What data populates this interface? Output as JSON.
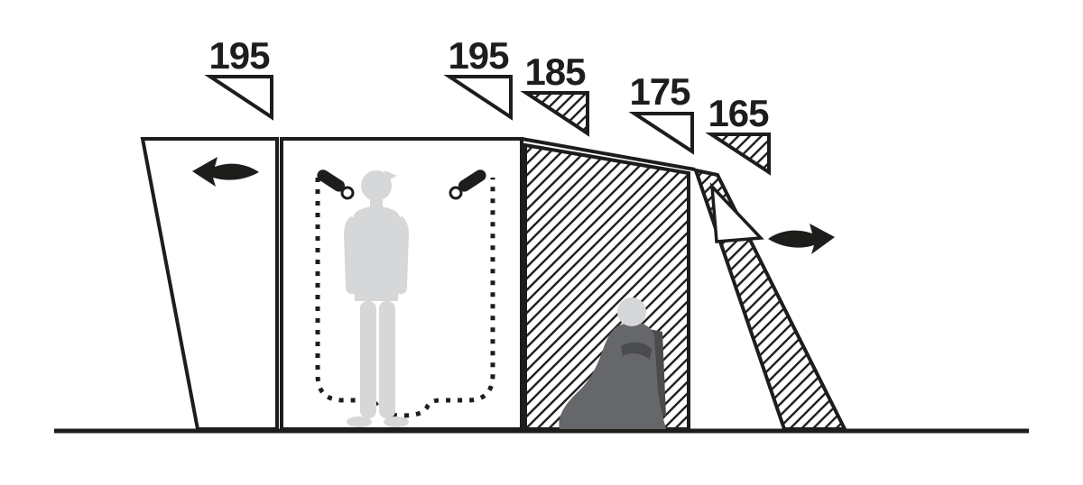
{
  "diagram": {
    "description": "tent-cross-section-height-diagram",
    "measurements": [
      {
        "value": "195",
        "marker": "outline-triangle"
      },
      {
        "value": "195",
        "marker": "outline-triangle"
      },
      {
        "value": "185",
        "marker": "hatched-triangle"
      },
      {
        "value": "175",
        "marker": "outline-triangle"
      },
      {
        "value": "165",
        "marker": "hatched-triangle"
      }
    ],
    "icons": [
      "airflow-arrow-left-icon",
      "airflow-arrow-right-icon",
      "toggle-left-icon",
      "toggle-right-icon",
      "inner-tent-dotted-outline"
    ],
    "colors": {
      "line": "#1d1d1b",
      "standing_person": "#d6d7d8",
      "seated_person_body": "#66676a",
      "seated_person_head": "#d6d7d8",
      "background": "#ffffff"
    }
  }
}
